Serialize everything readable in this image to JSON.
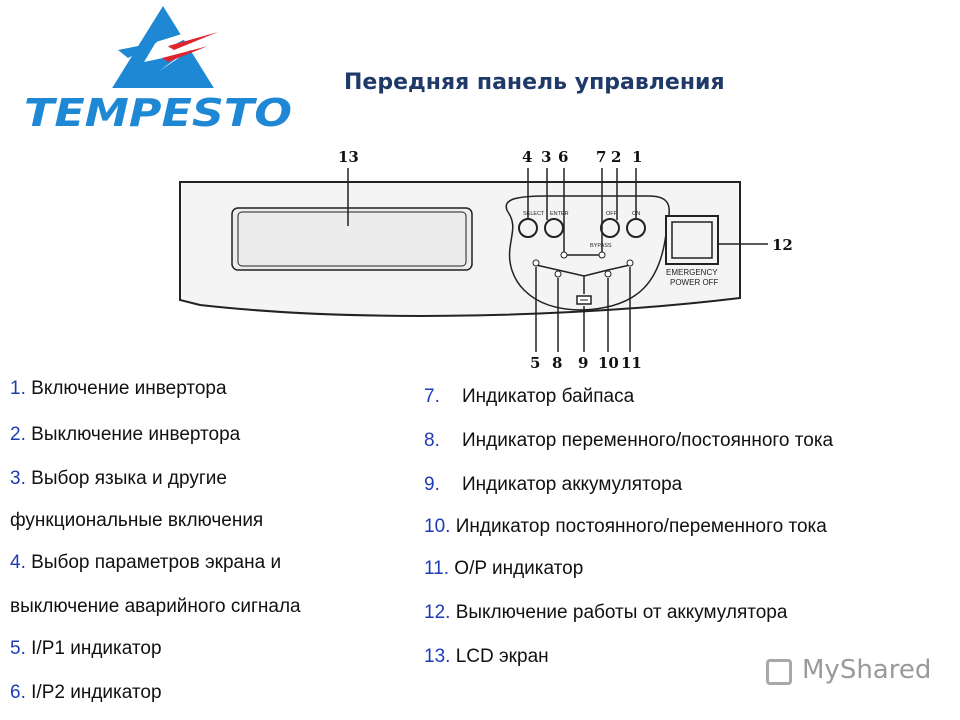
{
  "title": "Передняя панель управления",
  "logo": {
    "text": "TEMPESTO"
  },
  "colors": {
    "title": "#1f3a68",
    "number": "#1f3bb4",
    "logo_blue": "#1e88d4",
    "logo_red": "#e0242e",
    "watermark": "#9a9a9a"
  },
  "panel": {
    "callouts": [
      "13",
      "4",
      "3",
      "6",
      "7",
      "2",
      "1",
      "12",
      "5",
      "8",
      "9",
      "10",
      "11"
    ],
    "labels": {
      "select": "SELECT",
      "enter": "ENTER",
      "off": "OFF",
      "on": "ON",
      "bypass": "BYPASS",
      "emergency_line1": "EMERGENCY",
      "emergency_line2": "POWER OFF"
    }
  },
  "legend_left": [
    {
      "num": "1.",
      "text": "Включение инвертора"
    },
    {
      "num": "2.",
      "text": "Выключение инвертора"
    },
    {
      "num": "3.",
      "text": "Выбор языка и другие"
    },
    {
      "num": "",
      "text": "функциональные включения"
    },
    {
      "num": "4.",
      "text": "Выбор параметров экрана и"
    },
    {
      "num": "",
      "text": "выключение аварийного сигнала"
    },
    {
      "num": "5.",
      "text": "I/P1 индикатор"
    },
    {
      "num": "6.",
      "text": "I/P2 индикатор"
    }
  ],
  "legend_right": [
    {
      "num": "7.",
      "text": "Индикатор байпаса"
    },
    {
      "num": "8.",
      "text": "Индикатор переменного/постоянного тока"
    },
    {
      "num": "9.",
      "text": "Индикатор аккумулятора"
    },
    {
      "num": "10.",
      "text": "Индикатор постоянного/переменного тока"
    },
    {
      "num": "11.",
      "text": "O/P индикатор"
    },
    {
      "num": "12.",
      "text": "Выключение работы от аккумулятора"
    },
    {
      "num": "13.",
      "text": "LCD экран"
    }
  ],
  "watermark": {
    "text": "MyShared",
    "icon": "presentation-icon"
  }
}
